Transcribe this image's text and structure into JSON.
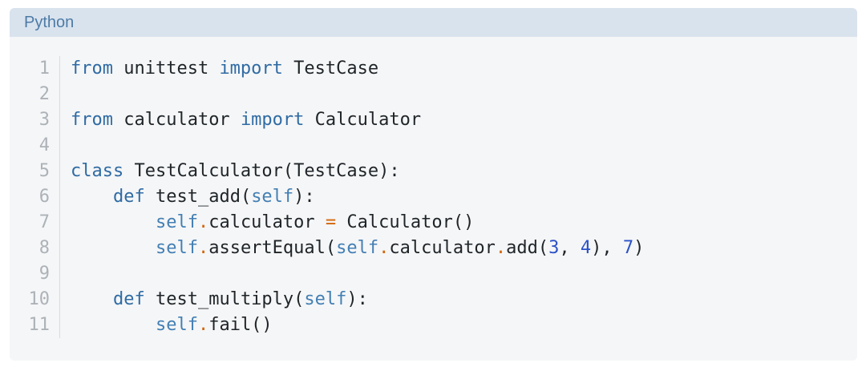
{
  "header": {
    "language_label": "Python"
  },
  "colors": {
    "header_bg": "#d9e3ee",
    "header_text": "#4d7ba6",
    "code_bg": "#f5f6f7",
    "line_number": "#adb2b8",
    "gutter_divider": "#d9dcdf",
    "text_default": "#1f2428",
    "keyword": "#2f6ba4",
    "self_builtin": "#437fb4",
    "operator": "#d4660b",
    "number": "#2b52c8"
  },
  "code": {
    "lines": [
      {
        "n": "1",
        "tokens": [
          {
            "t": "from",
            "c": "kw"
          },
          {
            "t": " unittest ",
            "c": "txt"
          },
          {
            "t": "import",
            "c": "kw"
          },
          {
            "t": " TestCase",
            "c": "txt"
          }
        ]
      },
      {
        "n": "2",
        "tokens": []
      },
      {
        "n": "3",
        "tokens": [
          {
            "t": "from",
            "c": "kw"
          },
          {
            "t": " calculator ",
            "c": "txt"
          },
          {
            "t": "import",
            "c": "kw"
          },
          {
            "t": " Calculator",
            "c": "txt"
          }
        ]
      },
      {
        "n": "4",
        "tokens": []
      },
      {
        "n": "5",
        "tokens": [
          {
            "t": "class",
            "c": "kw"
          },
          {
            "t": " TestCalculator(TestCase):",
            "c": "txt"
          }
        ]
      },
      {
        "n": "6",
        "tokens": [
          {
            "t": "    ",
            "c": "txt"
          },
          {
            "t": "def",
            "c": "kw"
          },
          {
            "t": " test_add(",
            "c": "txt"
          },
          {
            "t": "self",
            "c": "self"
          },
          {
            "t": "):",
            "c": "txt"
          }
        ]
      },
      {
        "n": "7",
        "tokens": [
          {
            "t": "        ",
            "c": "txt"
          },
          {
            "t": "self",
            "c": "self"
          },
          {
            "t": ".",
            "c": "op"
          },
          {
            "t": "calculator ",
            "c": "txt"
          },
          {
            "t": "=",
            "c": "op"
          },
          {
            "t": " Calculator()",
            "c": "txt"
          }
        ]
      },
      {
        "n": "8",
        "tokens": [
          {
            "t": "        ",
            "c": "txt"
          },
          {
            "t": "self",
            "c": "self"
          },
          {
            "t": ".",
            "c": "op"
          },
          {
            "t": "assertEqual(",
            "c": "txt"
          },
          {
            "t": "self",
            "c": "self"
          },
          {
            "t": ".",
            "c": "op"
          },
          {
            "t": "calculator",
            "c": "txt"
          },
          {
            "t": ".",
            "c": "op"
          },
          {
            "t": "add(",
            "c": "txt"
          },
          {
            "t": "3",
            "c": "num"
          },
          {
            "t": ", ",
            "c": "txt"
          },
          {
            "t": "4",
            "c": "num"
          },
          {
            "t": "), ",
            "c": "txt"
          },
          {
            "t": "7",
            "c": "num"
          },
          {
            "t": ")",
            "c": "txt"
          }
        ]
      },
      {
        "n": "9",
        "tokens": []
      },
      {
        "n": "10",
        "tokens": [
          {
            "t": "    ",
            "c": "txt"
          },
          {
            "t": "def",
            "c": "kw"
          },
          {
            "t": " test_multiply(",
            "c": "txt"
          },
          {
            "t": "self",
            "c": "self"
          },
          {
            "t": "):",
            "c": "txt"
          }
        ]
      },
      {
        "n": "11",
        "tokens": [
          {
            "t": "        ",
            "c": "txt"
          },
          {
            "t": "self",
            "c": "self"
          },
          {
            "t": ".",
            "c": "op"
          },
          {
            "t": "fail()",
            "c": "txt"
          }
        ]
      }
    ]
  }
}
